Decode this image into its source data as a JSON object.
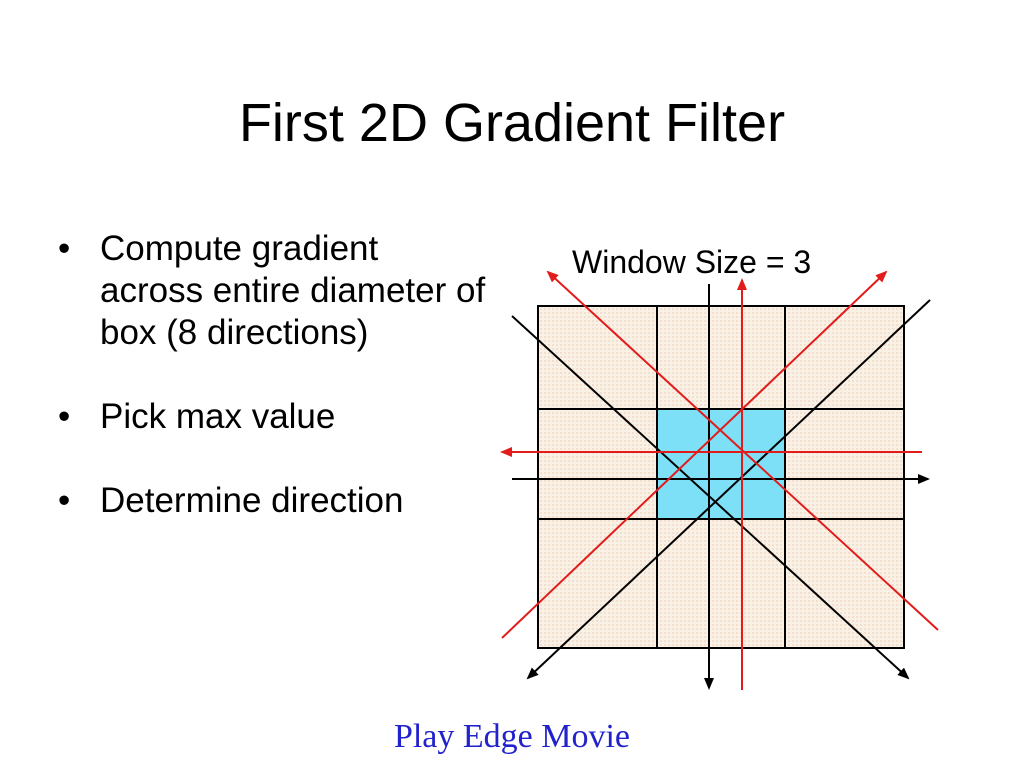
{
  "slide": {
    "title": "First 2D Gradient Filter",
    "bullet_symbol": "•",
    "bullets": [
      {
        "text": "Compute gradient across entire diameter of box (8 directions)"
      },
      {
        "text": "Pick max value"
      },
      {
        "text": "Determine direction"
      }
    ],
    "link_text": "Play Edge Movie"
  },
  "diagram": {
    "label": "Window Size = 3",
    "grid": {
      "rows": 3,
      "cols": 3,
      "center_cell": [
        1,
        1
      ]
    },
    "colors": {
      "grid_fill": "#f7eee2",
      "center_fill": "#7de0f7",
      "grid_line": "#000000",
      "black_arrow": "#000000",
      "red_arrow": "#e21b1b",
      "link": "#2222cc"
    }
  }
}
